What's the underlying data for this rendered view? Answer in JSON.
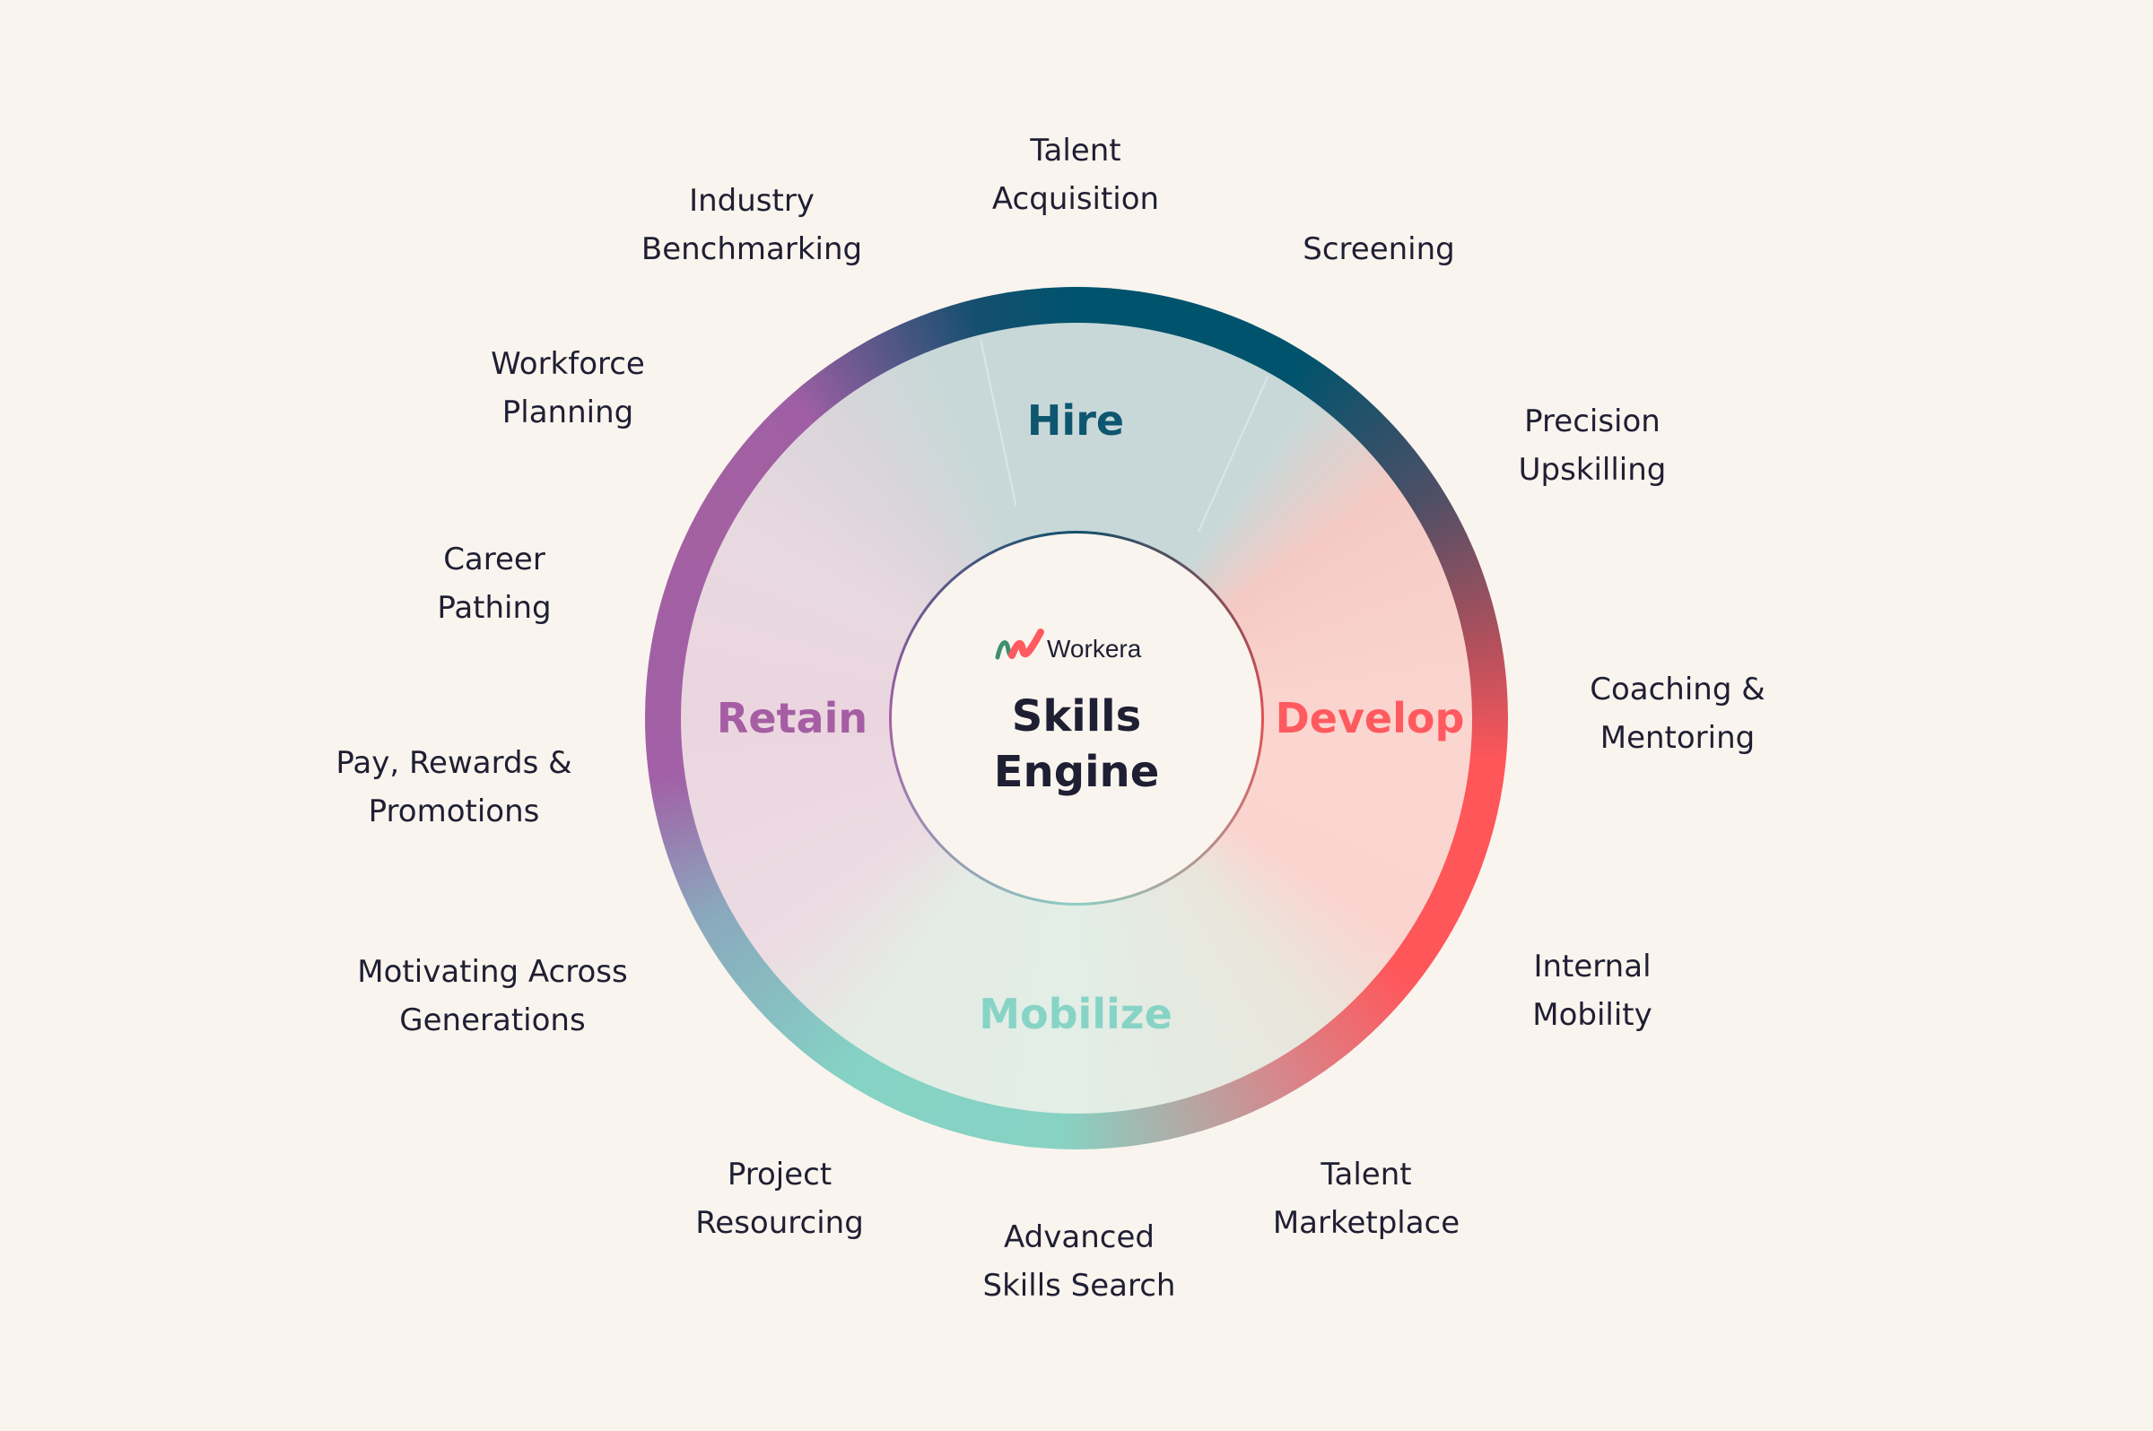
{
  "center": {
    "logo_text": "Workera",
    "title_line1": "Skills",
    "title_line2": "Engine"
  },
  "phases": {
    "hire": {
      "label": "Hire",
      "color": "#0e5670"
    },
    "develop": {
      "label": "Develop",
      "color": "#ff5a5f"
    },
    "mobilize": {
      "label": "Mobilize",
      "color": "#87d4c6"
    },
    "retain": {
      "label": "Retain",
      "color": "#a55ea3"
    }
  },
  "capabilities": {
    "talent_acquisition": [
      "Talent",
      "Acquisition"
    ],
    "screening": [
      "Screening"
    ],
    "precision_upskilling": [
      "Precision",
      "Upskilling"
    ],
    "coaching_mentoring": [
      "Coaching &",
      "Mentoring"
    ],
    "internal_mobility": [
      "Internal",
      "Mobility"
    ],
    "talent_marketplace": [
      "Talent",
      "Marketplace"
    ],
    "advanced_skills_search": [
      "Advanced",
      "Skills Search"
    ],
    "project_resourcing": [
      "Project",
      "Resourcing"
    ],
    "motivating_across_generations": [
      "Motivating Across",
      "Generations"
    ],
    "pay_rewards_promotions": [
      "Pay, Rewards &",
      "Promotions"
    ],
    "career_pathing": [
      "Career",
      "Pathing"
    ],
    "workforce_planning": [
      "Workforce",
      "Planning"
    ],
    "industry_benchmarking": [
      "Industry",
      "Benchmarking"
    ]
  },
  "colors": {
    "background": "#faf4ee",
    "text": "#1f1f33"
  }
}
